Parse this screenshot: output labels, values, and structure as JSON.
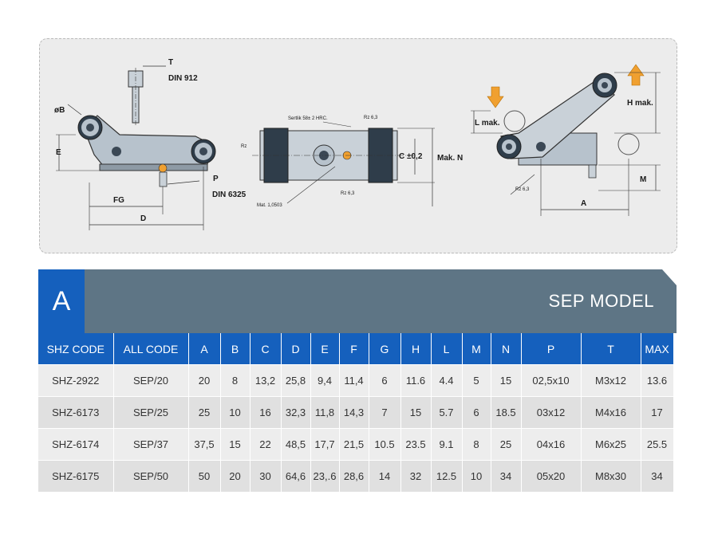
{
  "drawing": {
    "labels": {
      "T": "T",
      "din912": "DIN 912",
      "phiB": "øB",
      "E": "E",
      "FG": "FG",
      "D": "D",
      "P": "P",
      "din6325": "DIN 6325",
      "sertlik": "Sertlik 58± 2 HRC.",
      "rz_top": "Rz 6,3",
      "rz_bottom": "Rz 6,3",
      "rz_right": "Rz 6,3",
      "rz_side": "Rz",
      "mat": "Mat. 1,0503",
      "C": "C ±0,2",
      "makN": "Mak. N",
      "Lmak": "L mak.",
      "Hmak": "H mak.",
      "M": "M",
      "A": "A"
    }
  },
  "banner": {
    "letter": "A",
    "title": "SEP MODEL",
    "color_dark": "#5e7585",
    "color_light": "#6f8797",
    "color_accent": "#1560bd"
  },
  "table": {
    "headers": [
      "SHZ CODE",
      "ALL CODE",
      "A",
      "B",
      "C",
      "D",
      "E",
      "F",
      "G",
      "H",
      "L",
      "M",
      "N",
      "P",
      "T",
      "MAX"
    ],
    "rows": [
      [
        "SHZ-2922",
        "SEP/20",
        "20",
        "8",
        "13,2",
        "25,8",
        "9,4",
        "11,4",
        "6",
        "11.6",
        "4.4",
        "5",
        "15",
        "02,5x10",
        "M3x12",
        "13.6"
      ],
      [
        "SHZ-6173",
        "SEP/25",
        "25",
        "10",
        "16",
        "32,3",
        "11,8",
        "14,3",
        "7",
        "15",
        "5.7",
        "6",
        "18.5",
        "03x12",
        "M4x16",
        "17"
      ],
      [
        "SHZ-6174",
        "SEP/37",
        "37,5",
        "15",
        "22",
        "48,5",
        "17,7",
        "21,5",
        "10.5",
        "23.5",
        "9.1",
        "8",
        "25",
        "04x16",
        "M6x25",
        "25.5"
      ],
      [
        "SHZ-6175",
        "SEP/50",
        "50",
        "20",
        "30",
        "64,6",
        "23,.6",
        "28,6",
        "14",
        "32",
        "12.5",
        "10",
        "34",
        "05x20",
        "M8x30",
        "34"
      ]
    ]
  }
}
